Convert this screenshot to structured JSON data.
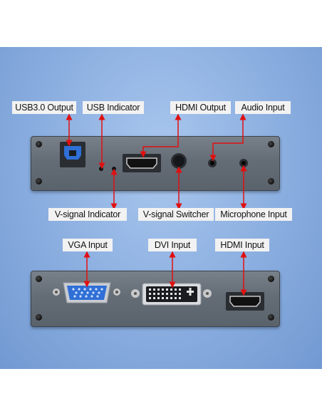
{
  "colors": {
    "accent_arrow": "#e01010",
    "panel": "#8fb2e2",
    "device": "#646c76"
  },
  "labels": {
    "usb30_output": "USB3.0 Output",
    "usb_indicator": "USB Indicator",
    "hdmi_output": "HDMI Output",
    "audio_input": "Audio Input",
    "v_signal_indicator": "V-signal Indicator",
    "v_signal_switcher": "V-signal Switcher",
    "microphone_input": "Microphone Input",
    "vga_input": "VGA Input",
    "dvi_input": "DVI Input",
    "hdmi_input": "HDMI Input"
  },
  "icons": [
    "usb-b-port-icon",
    "hdmi-port-icon",
    "audio-jack-icon",
    "vga-port-icon",
    "dvi-port-icon",
    "switch-button-icon"
  ]
}
